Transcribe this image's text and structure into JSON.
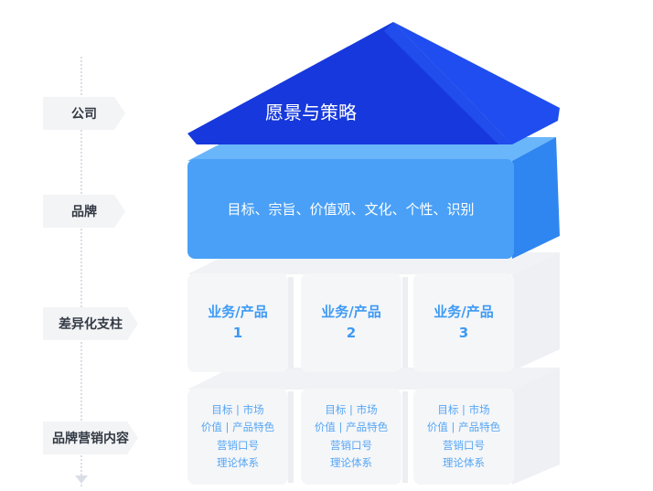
{
  "labels": {
    "company": "公司",
    "brand": "品牌",
    "pillars": "差异化支柱",
    "content": "品牌营销内容"
  },
  "roof": {
    "title": "愿景与策略"
  },
  "brand_block": {
    "text": "目标、宗旨、价值观、文化、个性、识别"
  },
  "pillars": [
    {
      "line1": "业务/产品",
      "line2": "1"
    },
    {
      "line1": "业务/产品",
      "line2": "2"
    },
    {
      "line1": "业务/产品",
      "line2": "3"
    }
  ],
  "contents": [
    {
      "lines": [
        "目标 | 市场",
        "价值 | 产品特色",
        "营销口号",
        "理论体系"
      ]
    },
    {
      "lines": [
        "目标 | 市场",
        "价值 | 产品特色",
        "营销口号",
        "理论体系"
      ]
    },
    {
      "lines": [
        "目标 | 市场",
        "价值 | 产品特色",
        "营销口号",
        "理论体系"
      ]
    }
  ],
  "colors": {
    "roof_front": "#1638dc",
    "roof_side": "#1f4df0",
    "brand_front": "#4aa0f6",
    "brand_side": "#2f86f0",
    "text_blue": "#3c9af5"
  }
}
